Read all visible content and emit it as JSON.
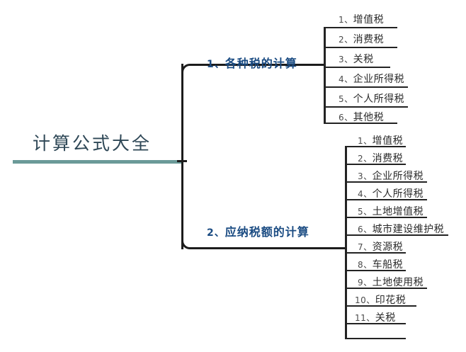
{
  "root": {
    "title": "计算公式大全",
    "accent_color": "#6b9a98",
    "title_color": "#2e4756"
  },
  "branch_color": "#1a4b82",
  "connector_color": "#1c1c1c",
  "branches": [
    {
      "number": "1、",
      "label": "各种税的计算",
      "children": [
        {
          "number": "1、",
          "label": "增值税"
        },
        {
          "number": "2、",
          "label": "消费税"
        },
        {
          "number": "3、",
          "label": "关税"
        },
        {
          "number": "4、",
          "label": "企业所得税"
        },
        {
          "number": "5、",
          "label": "个人所得税"
        },
        {
          "number": "6、",
          "label": "其他税"
        }
      ]
    },
    {
      "number": "2、",
      "label": "应纳税额的计算",
      "children": [
        {
          "number": "1、",
          "label": "增值税"
        },
        {
          "number": "2、",
          "label": "消费税"
        },
        {
          "number": "3、",
          "label": "企业所得税"
        },
        {
          "number": "4、",
          "label": "个人所得税"
        },
        {
          "number": "5、",
          "label": "土地增值税"
        },
        {
          "number": "6、",
          "label": "城市建设维护税"
        },
        {
          "number": "7、",
          "label": "资源税"
        },
        {
          "number": "8、",
          "label": "车船税"
        },
        {
          "number": "9、",
          "label": "土地使用税"
        },
        {
          "number": "10、",
          "label": "印花税"
        },
        {
          "number": "11、",
          "label": "关税"
        }
      ]
    }
  ]
}
